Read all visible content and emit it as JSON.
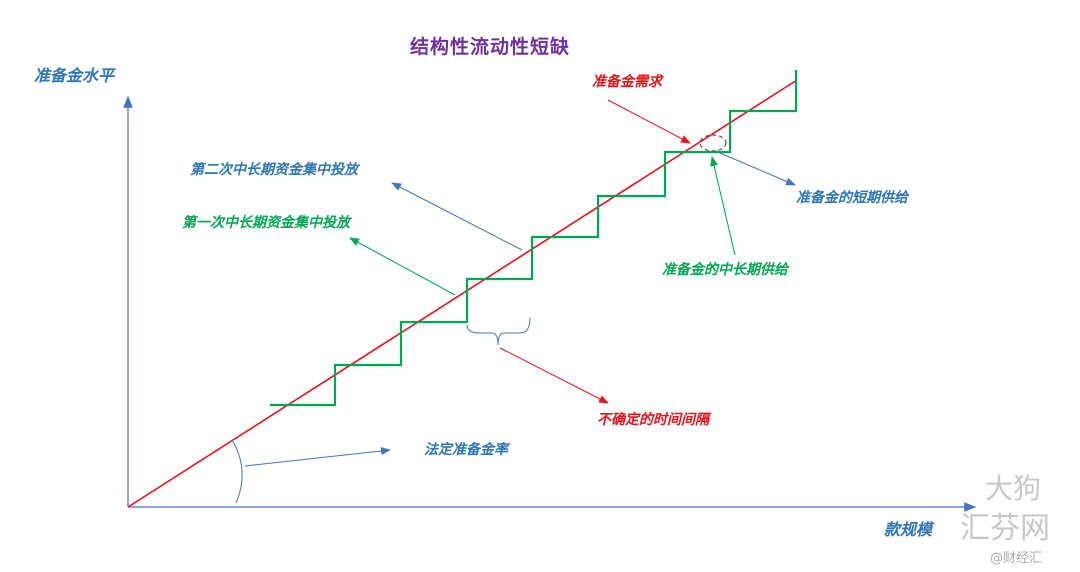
{
  "title": "结构性流动性短缺",
  "y_axis_label": "准备金水平",
  "x_axis_label": "款规模",
  "labels": {
    "reserve_demand": "准备金需求",
    "short_term_supply": "准备金的短期供给",
    "mid_long_term_supply": "准备金的中长期供给",
    "second_injection": "第二次中长期资金集中投放",
    "first_injection": "第一次中长期资金集中投放",
    "uncertain_interval": "不确定的时间间隔",
    "statutory_ratio": "法定准备金率"
  },
  "watermark": {
    "text1": "汇芬网",
    "text2": "大狗",
    "text3": "@财经汇"
  },
  "colors": {
    "axis": "#4472c4",
    "demand": "#e8121b",
    "supply": "#00a651",
    "title": "#7030a0"
  }
}
